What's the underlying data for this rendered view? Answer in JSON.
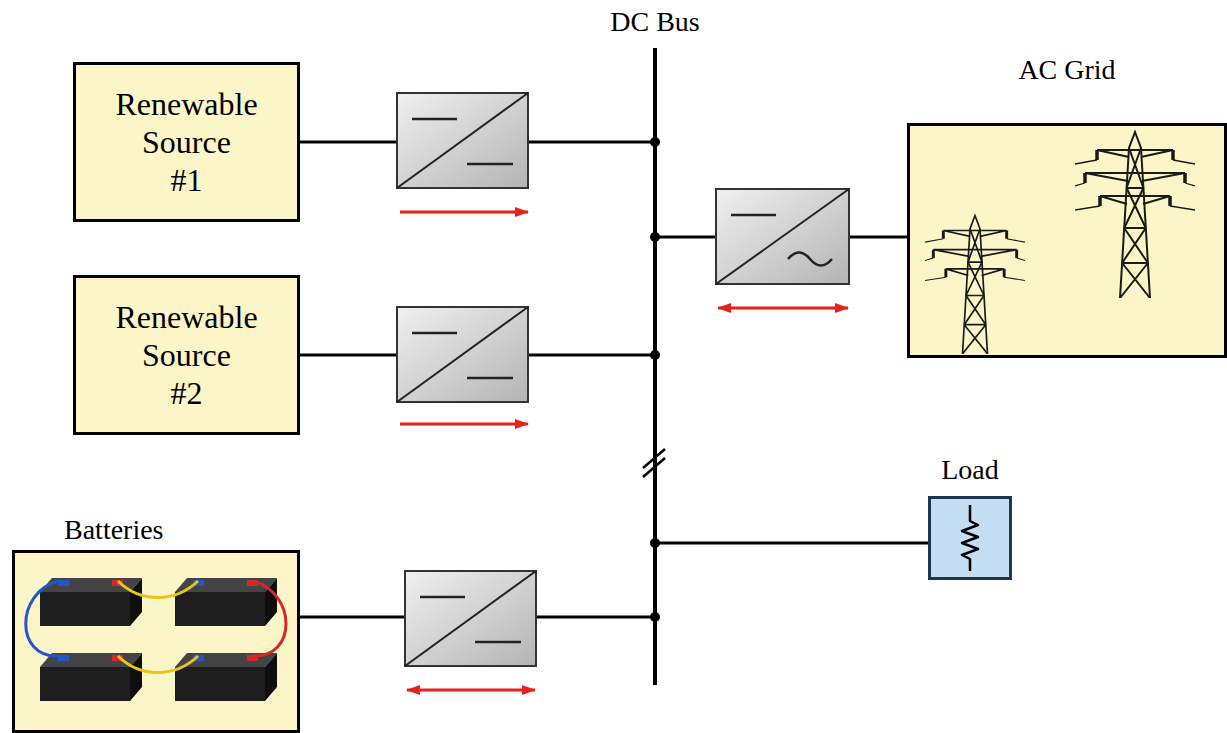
{
  "diagram": {
    "nodes": [
      {
        "text": [
          "DC Bus"
        ]
      },
      {
        "text": [
          "Renewable Source #1"
        ]
      },
      {
        "text": [
          "AC Grid"
        ]
      },
      {
        "text": [
          "Renewable Source #2"
        ]
      },
      {
        "text": [
          "Load"
        ]
      },
      {
        "text": [
          "Batteries"
        ]
      }
    ],
    "edges": [
      {
        "from": 1,
        "to": 0,
        "arrow": "none"
      },
      {
        "from": 3,
        "to": 0,
        "arrow": "none"
      },
      {
        "from": 5,
        "to": 0,
        "arrow": "none"
      },
      {
        "from": 0,
        "to": 2,
        "arrow": "none"
      },
      {
        "from": 0,
        "to": 4,
        "arrow": "none"
      }
    ]
  }
}
